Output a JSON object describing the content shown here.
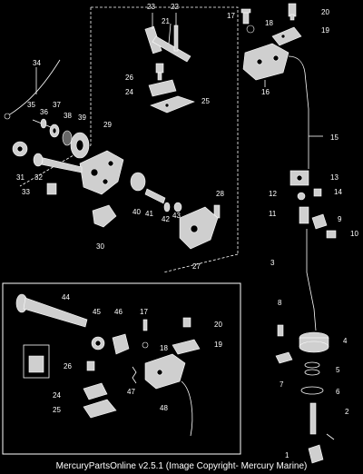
{
  "diagram": {
    "labels": [
      {
        "id": "lbl-23",
        "text": "23"
      },
      {
        "id": "lbl-22",
        "text": "22"
      },
      {
        "id": "lbl-21",
        "text": "21"
      },
      {
        "id": "lbl-17a",
        "text": "17"
      },
      {
        "id": "lbl-18a",
        "text": "18"
      },
      {
        "id": "lbl-20a",
        "text": "20"
      },
      {
        "id": "lbl-19a",
        "text": "19"
      },
      {
        "id": "lbl-34",
        "text": "34"
      },
      {
        "id": "lbl-26a",
        "text": "26"
      },
      {
        "id": "lbl-24a",
        "text": "24"
      },
      {
        "id": "lbl-25a",
        "text": "25"
      },
      {
        "id": "lbl-16",
        "text": "16"
      },
      {
        "id": "lbl-35",
        "text": "35"
      },
      {
        "id": "lbl-36",
        "text": "36"
      },
      {
        "id": "lbl-37",
        "text": "37"
      },
      {
        "id": "lbl-38",
        "text": "38"
      },
      {
        "id": "lbl-39",
        "text": "39"
      },
      {
        "id": "lbl-29",
        "text": "29"
      },
      {
        "id": "lbl-15",
        "text": "15"
      },
      {
        "id": "lbl-31",
        "text": "31"
      },
      {
        "id": "lbl-32",
        "text": "32"
      },
      {
        "id": "lbl-33",
        "text": "33"
      },
      {
        "id": "lbl-13",
        "text": "13"
      },
      {
        "id": "lbl-12",
        "text": "12"
      },
      {
        "id": "lbl-14",
        "text": "14"
      },
      {
        "id": "lbl-28",
        "text": "28"
      },
      {
        "id": "lbl-11",
        "text": "11"
      },
      {
        "id": "lbl-9",
        "text": "9"
      },
      {
        "id": "lbl-10",
        "text": "10"
      },
      {
        "id": "lbl-40",
        "text": "40"
      },
      {
        "id": "lbl-41",
        "text": "41"
      },
      {
        "id": "lbl-42",
        "text": "42"
      },
      {
        "id": "lbl-43",
        "text": "43"
      },
      {
        "id": "lbl-30",
        "text": "30"
      },
      {
        "id": "lbl-27",
        "text": "27"
      },
      {
        "id": "lbl-3",
        "text": "3"
      },
      {
        "id": "lbl-44",
        "text": "44"
      },
      {
        "id": "lbl-45",
        "text": "45"
      },
      {
        "id": "lbl-46",
        "text": "46"
      },
      {
        "id": "lbl-17b",
        "text": "17"
      },
      {
        "id": "lbl-20b",
        "text": "20"
      },
      {
        "id": "lbl-8",
        "text": "8"
      },
      {
        "id": "lbl-18b",
        "text": "18"
      },
      {
        "id": "lbl-19b",
        "text": "19"
      },
      {
        "id": "lbl-26b",
        "text": "26"
      },
      {
        "id": "lbl-4",
        "text": "4"
      },
      {
        "id": "lbl-7",
        "text": "7"
      },
      {
        "id": "lbl-5",
        "text": "5"
      },
      {
        "id": "lbl-24b",
        "text": "24"
      },
      {
        "id": "lbl-47",
        "text": "47"
      },
      {
        "id": "lbl-6",
        "text": "6"
      },
      {
        "id": "lbl-25b",
        "text": "25"
      },
      {
        "id": "lbl-48",
        "text": "48"
      },
      {
        "id": "lbl-2",
        "text": "2"
      },
      {
        "id": "lbl-1",
        "text": "1"
      }
    ]
  },
  "footer": {
    "text": "MercuryPartsOnline v2.5.1 (Image Copyright- Mercury Marine)"
  }
}
